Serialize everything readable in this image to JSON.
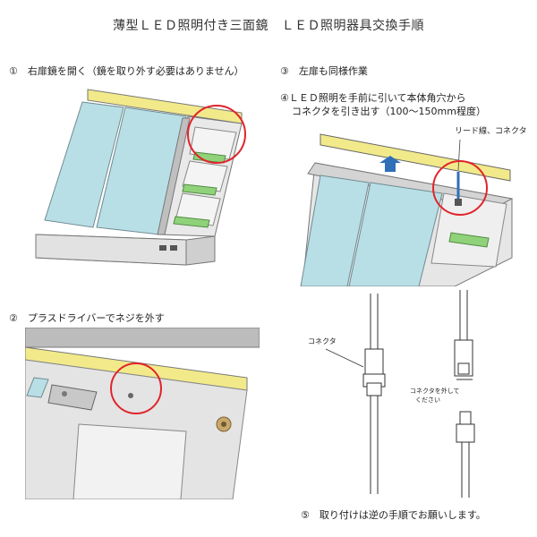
{
  "title": "薄型ＬＥＤ照明付き三面鏡　ＬＥＤ照明器具交換手順",
  "steps": {
    "s1": "①　右扉鏡を開く（鏡を取り外す必要はありません）",
    "s2": "②　プラスドライバーでネジを外す",
    "s3": "③　左扉も同様作業",
    "s4_line1": "④ＬＥＤ照明を手前に引いて本体角穴から",
    "s4_line2": "コネクタを引き出す（100～150mm程度）",
    "s5": "⑤　取り付けは逆の手順でお願いします。"
  },
  "labels": {
    "lead_wire": "リード線、コネクタ",
    "connector": "コネクタ",
    "disconnect_line1": "コネクタを外して",
    "disconnect_line2": "ください"
  },
  "colors": {
    "highlight_circle": "#e0242c",
    "led_bar": "#f2ea8a",
    "mirror": "#b9dfe6",
    "shelf_green": "#8fd27a",
    "cabinet": "#d9d9d9",
    "arrow_blue": "#2f6fb8"
  }
}
